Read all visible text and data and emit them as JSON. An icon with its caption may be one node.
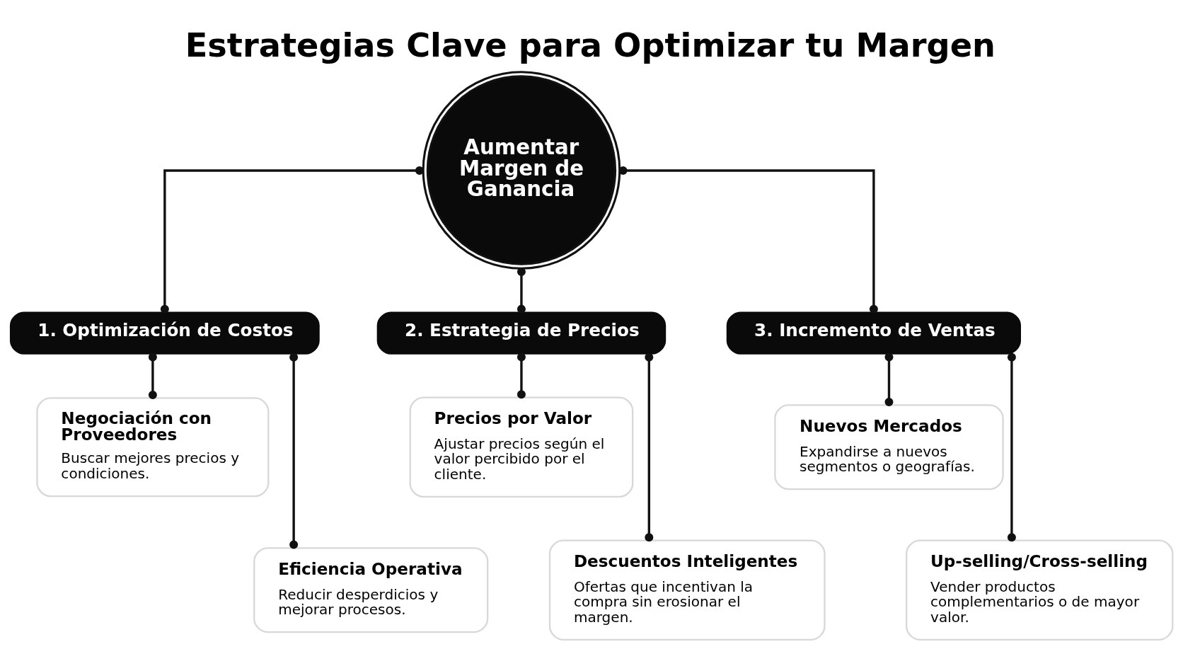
{
  "diagram": {
    "title": "Estrategias Clave para Optimizar tu Margen",
    "nodes": [
      {
        "text": [
          "Aumentar Margen de Ganancia"
        ]
      },
      {
        "text": [
          "1. Optimización de Costos"
        ]
      },
      {
        "text": [
          "Negociación con Proveedores",
          "Buscar mejores precios y condiciones."
        ]
      },
      {
        "text": [
          "Eficiencia Operativa",
          "Reducir desperdicios y mejorar procesos."
        ]
      },
      {
        "text": [
          "2. Estrategia de Precios"
        ]
      },
      {
        "text": [
          "Precios por Valor",
          "Ajustar precios según el valor percibido por el cliente."
        ]
      },
      {
        "text": [
          "Descuentos Inteligentes",
          "Ofertas que incentivan la compra sin erosionar el margen."
        ]
      },
      {
        "text": [
          "3. Incremento de Ventas"
        ]
      },
      {
        "text": [
          "Nuevos Mercados",
          "Expandirse a nuevos segmentos o geografías."
        ]
      },
      {
        "text": [
          "Up-selling/Cross-selling",
          "Vender productos complementarios o de mayor valor."
        ]
      }
    ],
    "edges": [
      {
        "from": 0,
        "to": 1,
        "arrow": "other"
      },
      {
        "from": 0,
        "to": 4,
        "arrow": "other"
      },
      {
        "from": 0,
        "to": 7,
        "arrow": "other"
      },
      {
        "from": 1,
        "to": 2,
        "arrow": "other"
      },
      {
        "from": 1,
        "to": 3,
        "arrow": "other"
      },
      {
        "from": 4,
        "to": 5,
        "arrow": "other"
      },
      {
        "from": 4,
        "to": 6,
        "arrow": "other"
      },
      {
        "from": 7,
        "to": 8,
        "arrow": "other"
      },
      {
        "from": 7,
        "to": 9,
        "arrow": "other"
      }
    ]
  }
}
